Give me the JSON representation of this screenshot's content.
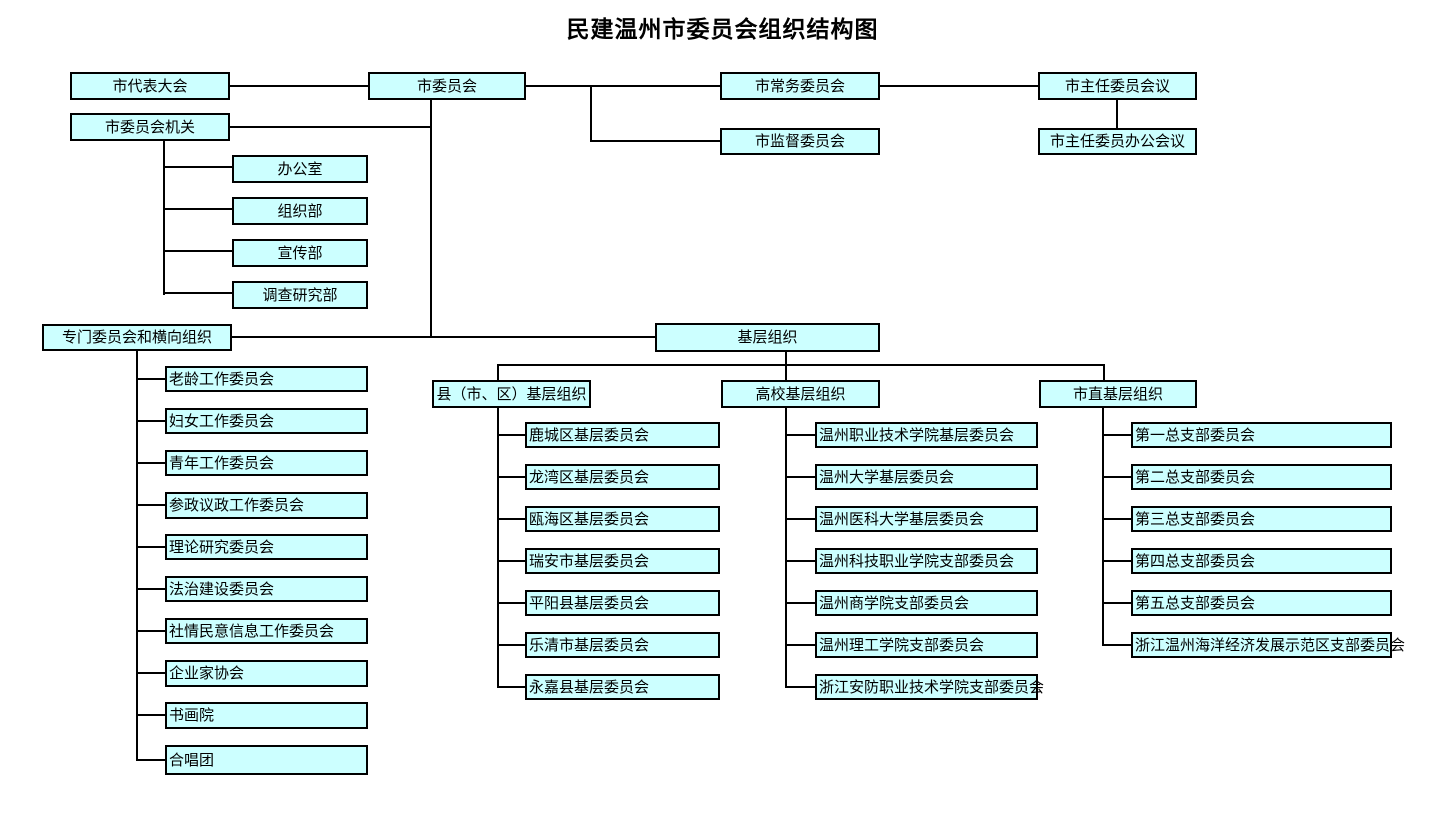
{
  "title": "民建温州市委员会组织结构图",
  "colors": {
    "box_fill": "#CCFFFF",
    "box_border": "#000000",
    "line": "#000000",
    "background": "#FFFFFF"
  },
  "nodes": [
    {
      "id": "shi-daibiao-dahui",
      "label": "市代表大会"
    },
    {
      "id": "shi-weiyuanhui",
      "label": "市委员会"
    },
    {
      "id": "shi-changwu-weiyuanhui",
      "label": "市常务委员会"
    },
    {
      "id": "shi-zhuren-weiyuan-huiyi",
      "label": "市主任委员会议"
    },
    {
      "id": "shi-weiyuanhui-jiguan",
      "label": "市委员会机关"
    },
    {
      "id": "shi-jiandu-weiyuanhui",
      "label": "市监督委员会"
    },
    {
      "id": "shi-zhuren-weiyuan-bangong-huiyi",
      "label": "市主任委员办公会议"
    },
    {
      "id": "bangongshi",
      "label": "办公室"
    },
    {
      "id": "zuzhibu",
      "label": "组织部"
    },
    {
      "id": "xuanchuanbu",
      "label": "宣传部"
    },
    {
      "id": "diaocha-yanjiubu",
      "label": "调查研究部"
    },
    {
      "id": "zhuanmen-hengxiang",
      "label": "专门委员会和横向组织"
    },
    {
      "id": "laoling-gongzuo",
      "label": "老龄工作委员会"
    },
    {
      "id": "funv-gongzuo",
      "label": "妇女工作委员会"
    },
    {
      "id": "qingnian-gongzuo",
      "label": "青年工作委员会"
    },
    {
      "id": "canzheng-yizheng",
      "label": "参政议政工作委员会"
    },
    {
      "id": "lilun-yanjiu",
      "label": "理论研究委员会"
    },
    {
      "id": "fazhi-jianshe",
      "label": "法治建设委员会"
    },
    {
      "id": "sheqing-minyi",
      "label": "社情民意信息工作委员会"
    },
    {
      "id": "qiyejia-xiehui",
      "label": "企业家协会"
    },
    {
      "id": "shuhuayuan",
      "label": "书画院"
    },
    {
      "id": "hechangtuan",
      "label": "合唱团"
    },
    {
      "id": "jiceng-zuzhi",
      "label": "基层组织"
    },
    {
      "id": "xian-jiceng-zuzhi",
      "label": "县（市、区）基层组织"
    },
    {
      "id": "gaoxiao-jiceng-zuzhi",
      "label": "高校基层组织"
    },
    {
      "id": "shizhi-jiceng-zuzhi",
      "label": "市直基层组织"
    },
    {
      "id": "lucheng",
      "label": "鹿城区基层委员会"
    },
    {
      "id": "longwan",
      "label": "龙湾区基层委员会"
    },
    {
      "id": "ouhai",
      "label": "瓯海区基层委员会"
    },
    {
      "id": "ruian",
      "label": "瑞安市基层委员会"
    },
    {
      "id": "pingyang",
      "label": "平阳县基层委员会"
    },
    {
      "id": "yueqing",
      "label": "乐清市基层委员会"
    },
    {
      "id": "yongjia",
      "label": "永嘉县基层委员会"
    },
    {
      "id": "wenzhou-zhiye-jishu",
      "label": "温州职业技术学院基层委员会"
    },
    {
      "id": "wenzhou-daxue",
      "label": "温州大学基层委员会"
    },
    {
      "id": "wenzhou-yike-daxue",
      "label": "温州医科大学基层委员会"
    },
    {
      "id": "wenzhou-keji-zhiye",
      "label": "温州科技职业学院支部委员会"
    },
    {
      "id": "wenzhou-shangxueyuan",
      "label": "温州商学院支部委员会"
    },
    {
      "id": "wenzhou-ligong",
      "label": "温州理工学院支部委员会"
    },
    {
      "id": "zhejiang-anfang",
      "label": "浙江安防职业技术学院支部委员会"
    },
    {
      "id": "diyi-zongzhibu",
      "label": "第一总支部委员会"
    },
    {
      "id": "dier-zongzhibu",
      "label": "第二总支部委员会"
    },
    {
      "id": "disan-zongzhibu",
      "label": "第三总支部委员会"
    },
    {
      "id": "disi-zongzhibu",
      "label": "第四总支部委员会"
    },
    {
      "id": "diwu-zongzhibu",
      "label": "第五总支部委员会"
    },
    {
      "id": "haiyang-jingji",
      "label": "浙江温州海洋经济发展示范区支部委员会"
    }
  ]
}
